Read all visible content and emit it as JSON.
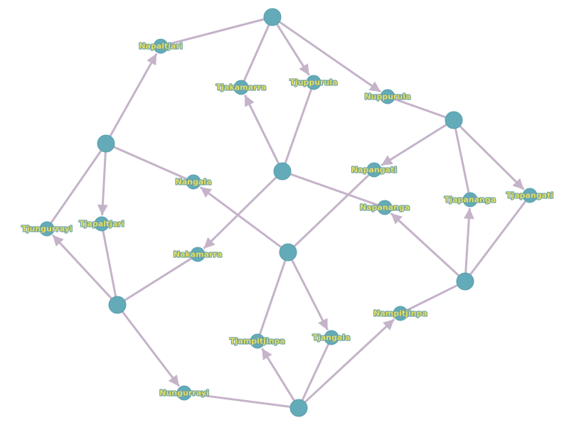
{
  "colors": {
    "node_fill": "#63abb8",
    "edge": "#c4b3c9",
    "label_text": "#e2de62",
    "label_outline": "#6aa0a6"
  },
  "nodes": [
    {
      "id": "h1",
      "label": ""
    },
    {
      "id": "h2",
      "label": ""
    },
    {
      "id": "h3",
      "label": ""
    },
    {
      "id": "h4",
      "label": ""
    },
    {
      "id": "h5",
      "label": ""
    },
    {
      "id": "h6",
      "label": ""
    },
    {
      "id": "h7",
      "label": ""
    },
    {
      "id": "h8",
      "label": ""
    },
    {
      "id": "napaltjari",
      "label": "Napaltjari"
    },
    {
      "id": "tjakamarra",
      "label": "Tjakamarra"
    },
    {
      "id": "tjuppurula",
      "label": "Tjuppurula"
    },
    {
      "id": "nuppurula",
      "label": "Nuppurula"
    },
    {
      "id": "nangala",
      "label": "Nangala"
    },
    {
      "id": "napangati",
      "label": "Napangati"
    },
    {
      "id": "napananga",
      "label": "Napananga"
    },
    {
      "id": "tjapananga",
      "label": "Tjapananga"
    },
    {
      "id": "tjapangati",
      "label": "Tjapangati"
    },
    {
      "id": "tjungurrayi",
      "label": "Tjungurrayi"
    },
    {
      "id": "tjapaltjari",
      "label": "Tjapaltjari"
    },
    {
      "id": "nakamarra",
      "label": "Nakamarra"
    },
    {
      "id": "nampitjinpa",
      "label": "Nampitjinpa"
    },
    {
      "id": "tjampitjinpa",
      "label": "Tjampitjinpa"
    },
    {
      "id": "tjangala",
      "label": "Tjangala"
    },
    {
      "id": "nungurrayi",
      "label": "Nungurrayi"
    }
  ],
  "edges": [
    {
      "source": "h1",
      "target": "napaltjari",
      "arrow": false
    },
    {
      "source": "h1",
      "target": "tjakamarra",
      "arrow": false
    },
    {
      "source": "h1",
      "target": "tjuppurula",
      "arrow": true
    },
    {
      "source": "h1",
      "target": "nuppurula",
      "arrow": true
    },
    {
      "source": "h2",
      "target": "napaltjari",
      "arrow": true
    },
    {
      "source": "h2",
      "target": "nangala",
      "arrow": false
    },
    {
      "source": "h2",
      "target": "tjapaltjari",
      "arrow": true
    },
    {
      "source": "h2",
      "target": "tjungurrayi",
      "arrow": false
    },
    {
      "source": "h3",
      "target": "tjakamarra",
      "arrow": true
    },
    {
      "source": "h3",
      "target": "tjuppurula",
      "arrow": false
    },
    {
      "source": "h3",
      "target": "napananga",
      "arrow": false
    },
    {
      "source": "h3",
      "target": "nakamarra",
      "arrow": true
    },
    {
      "source": "h4",
      "target": "nuppurula",
      "arrow": false
    },
    {
      "source": "h4",
      "target": "napangati",
      "arrow": true
    },
    {
      "source": "h4",
      "target": "tjapananga",
      "arrow": false
    },
    {
      "source": "h4",
      "target": "tjapangati",
      "arrow": true
    },
    {
      "source": "h5",
      "target": "nangala",
      "arrow": true
    },
    {
      "source": "h5",
      "target": "napangati",
      "arrow": false
    },
    {
      "source": "h5",
      "target": "tjampitjinpa",
      "arrow": false
    },
    {
      "source": "h5",
      "target": "tjangala",
      "arrow": true
    },
    {
      "source": "h6",
      "target": "napananga",
      "arrow": true
    },
    {
      "source": "h6",
      "target": "tjapananga",
      "arrow": true
    },
    {
      "source": "h6",
      "target": "tjapangati",
      "arrow": false
    },
    {
      "source": "h6",
      "target": "nampitjinpa",
      "arrow": false
    },
    {
      "source": "h7",
      "target": "tjungurrayi",
      "arrow": true
    },
    {
      "source": "h7",
      "target": "tjapaltjari",
      "arrow": false
    },
    {
      "source": "h7",
      "target": "nakamarra",
      "arrow": false
    },
    {
      "source": "h7",
      "target": "nungurrayi",
      "arrow": true
    },
    {
      "source": "h8",
      "target": "nungurrayi",
      "arrow": false
    },
    {
      "source": "h8",
      "target": "tjampitjinpa",
      "arrow": true
    },
    {
      "source": "h8",
      "target": "tjangala",
      "arrow": false
    },
    {
      "source": "h8",
      "target": "nampitjinpa",
      "arrow": true
    }
  ]
}
